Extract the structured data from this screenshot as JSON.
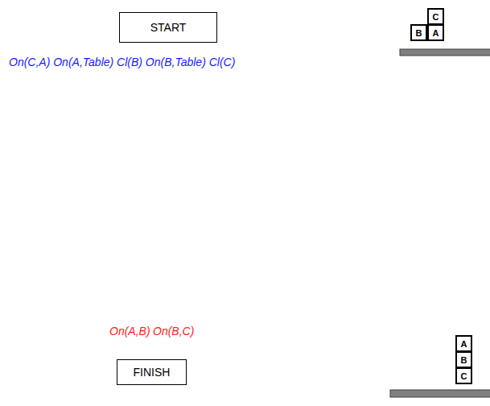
{
  "diagram": {
    "nodes": [
      {
        "text": [
          "START",
          "On(C,A) On(A,Table) Cl(B) On(B,Table) Cl(C)"
        ]
      },
      {
        "text": [
          "C"
        ]
      },
      {
        "text": [
          "B"
        ]
      },
      {
        "text": [
          "A"
        ]
      },
      {
        "text": [
          "On(A,B)",
          "On(B,C)",
          "FINISH"
        ]
      },
      {
        "text": [
          "A"
        ]
      },
      {
        "text": [
          "B"
        ]
      },
      {
        "text": [
          "C"
        ]
      }
    ]
  }
}
